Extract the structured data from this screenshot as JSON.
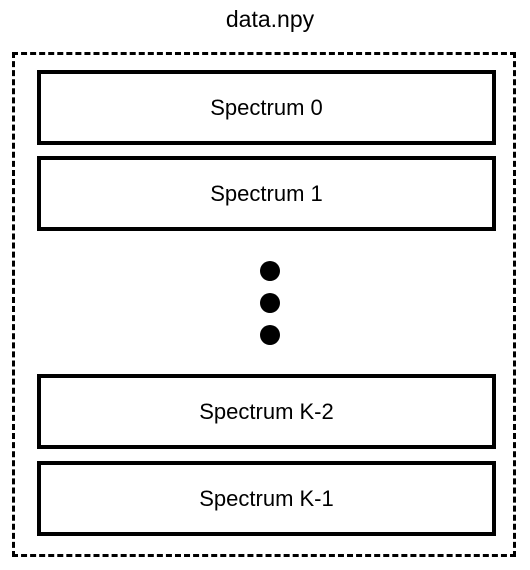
{
  "diagram": {
    "file_name": "data.npy",
    "spectra": [
      "Spectrum 0",
      "Spectrum 1",
      "Spectrum K-2",
      "Spectrum K-1"
    ],
    "ellipsis": "vertical-dots"
  }
}
